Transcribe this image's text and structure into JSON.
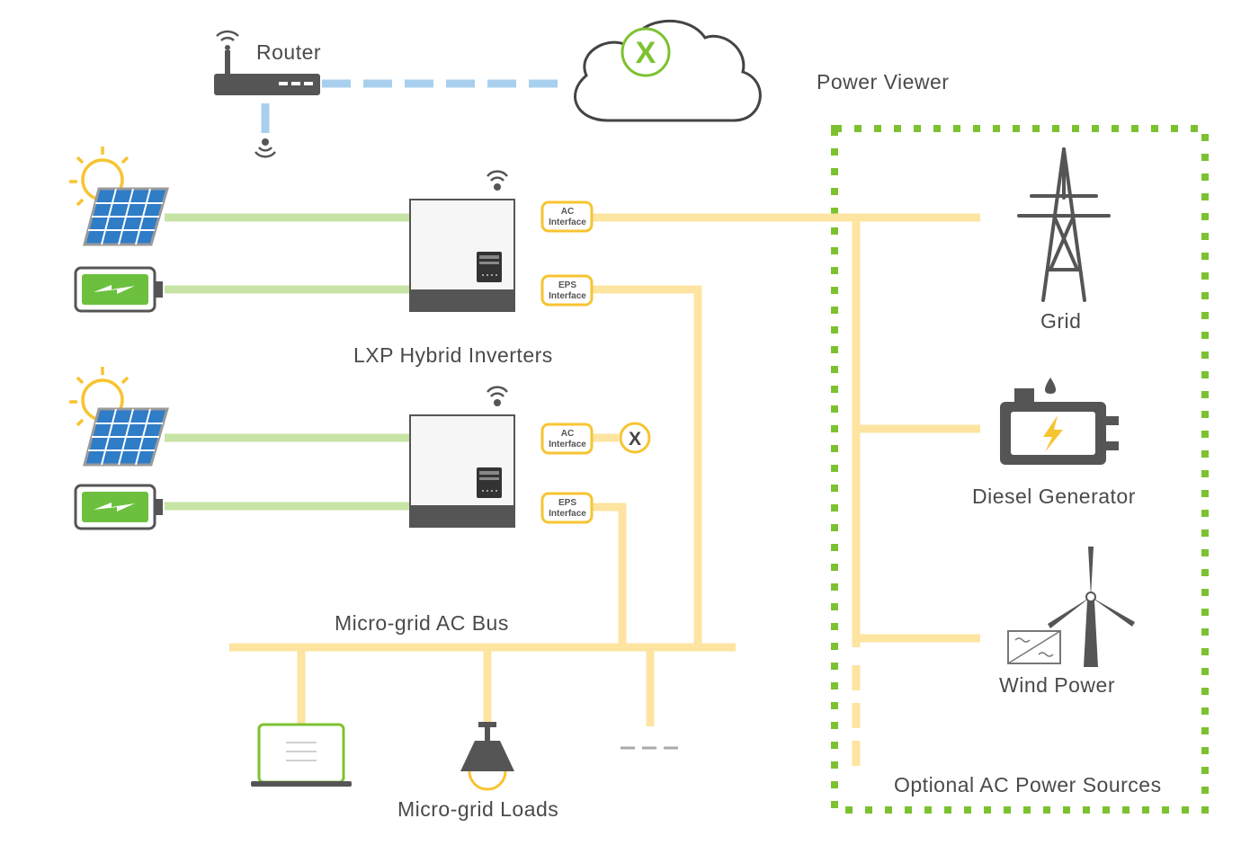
{
  "labels": {
    "router": "Router",
    "power_viewer": "Power Viewer",
    "lxp_inverters": "LXP Hybrid Inverters",
    "grid": "Grid",
    "diesel_generator": "Diesel Generator",
    "wind_power": "Wind Power",
    "microgrid_bus": "Micro-grid AC Bus",
    "microgrid_loads": "Micro-grid Loads",
    "optional_sources": "Optional AC Power Sources"
  },
  "interfaces": {
    "ac_line1": "AC",
    "ac_line2": "Interface",
    "eps_line1": "EPS",
    "eps_line2": "Interface"
  },
  "icons": {
    "cloud_logo": "X",
    "breaker": "X"
  },
  "colors": {
    "green": "#7cc230",
    "green_line": "#c7e3a6",
    "yellow_line": "#fde4a0",
    "blue_dash": "#a8d0ee",
    "dark": "#555555",
    "icon_yellow": "#f7c431"
  }
}
